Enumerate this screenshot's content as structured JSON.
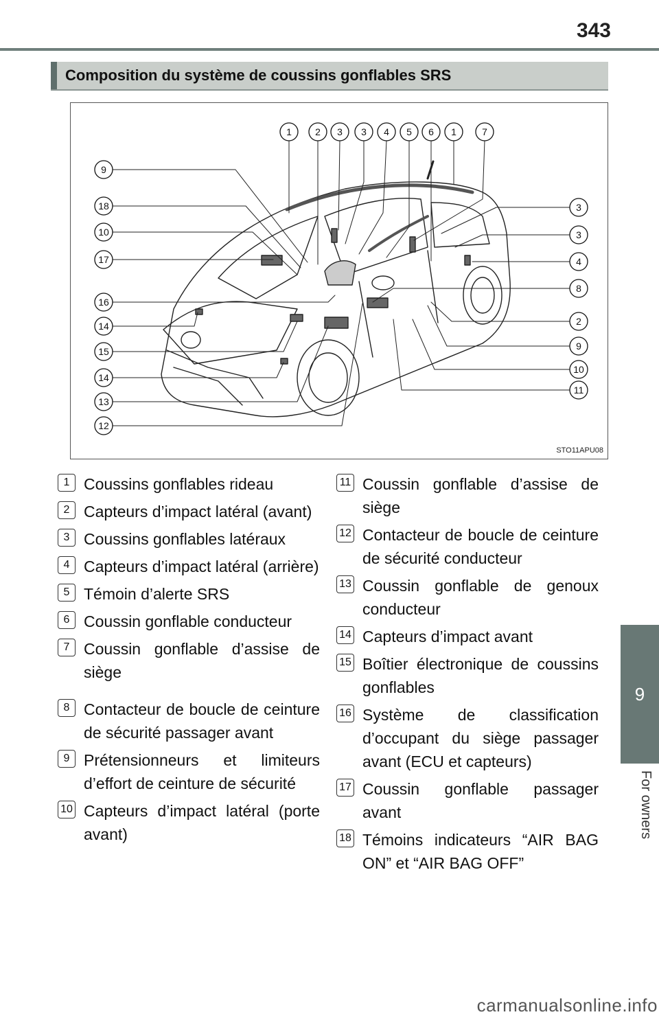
{
  "page_number": "343",
  "side_tab": {
    "number": "9",
    "label": "For owners"
  },
  "section_title": "Composition du système de coussins gonflables SRS",
  "figure": {
    "code": "STO11APU08",
    "top_labels": [
      "1",
      "2",
      "3",
      "3",
      "4",
      "5",
      "6",
      "1",
      "7"
    ],
    "left_labels": [
      "9",
      "18",
      "10",
      "17",
      "16",
      "14",
      "15",
      "14",
      "13",
      "12"
    ],
    "right_labels": [
      "3",
      "3",
      "4",
      "8",
      "2",
      "9",
      "10",
      "11"
    ]
  },
  "items": [
    {
      "num": "1",
      "text": "Coussins gonflables rideau"
    },
    {
      "num": "2",
      "text": "Capteurs d’impact latéral (avant)"
    },
    {
      "num": "3",
      "text": "Coussins gonflables latéraux"
    },
    {
      "num": "4",
      "text": "Capteurs d’impact latéral (arrière)"
    },
    {
      "num": "5",
      "text": "Témoin d’alerte SRS"
    },
    {
      "num": "6",
      "text": "Coussin gonflable conducteur"
    },
    {
      "num": "7",
      "text": "Coussin gonflable d’assise de siège"
    },
    {
      "num": "8",
      "text": "Contacteur de boucle de cein­ture de sécurité passager avant"
    },
    {
      "num": "9",
      "text": "Prétensionneurs et limiteurs d’effort de ceinture de sécurité"
    },
    {
      "num": "10",
      "text": "Capteurs d’impact latéral (porte avant)"
    },
    {
      "num": "11",
      "text": "Coussin gonflable d’assise de siège"
    },
    {
      "num": "12",
      "text": "Contacteur de boucle de cein­ture de sécurité conducteur"
    },
    {
      "num": "13",
      "text": "Coussin gonflable de genoux conducteur"
    },
    {
      "num": "14",
      "text": "Capteurs d’impact avant"
    },
    {
      "num": "15",
      "text": "Boîtier électronique de cous­sins gonflables"
    },
    {
      "num": "16",
      "text": "Système de classification d’occupant du siège passager avant (ECU et capteurs)"
    },
    {
      "num": "17",
      "text": "Coussin gonflable passager avant"
    },
    {
      "num": "18",
      "text": "Témoins indicateurs “AIR BAG ON” et “AIR BAG OFF”"
    }
  ],
  "watermark": "carmanualsonline.info"
}
